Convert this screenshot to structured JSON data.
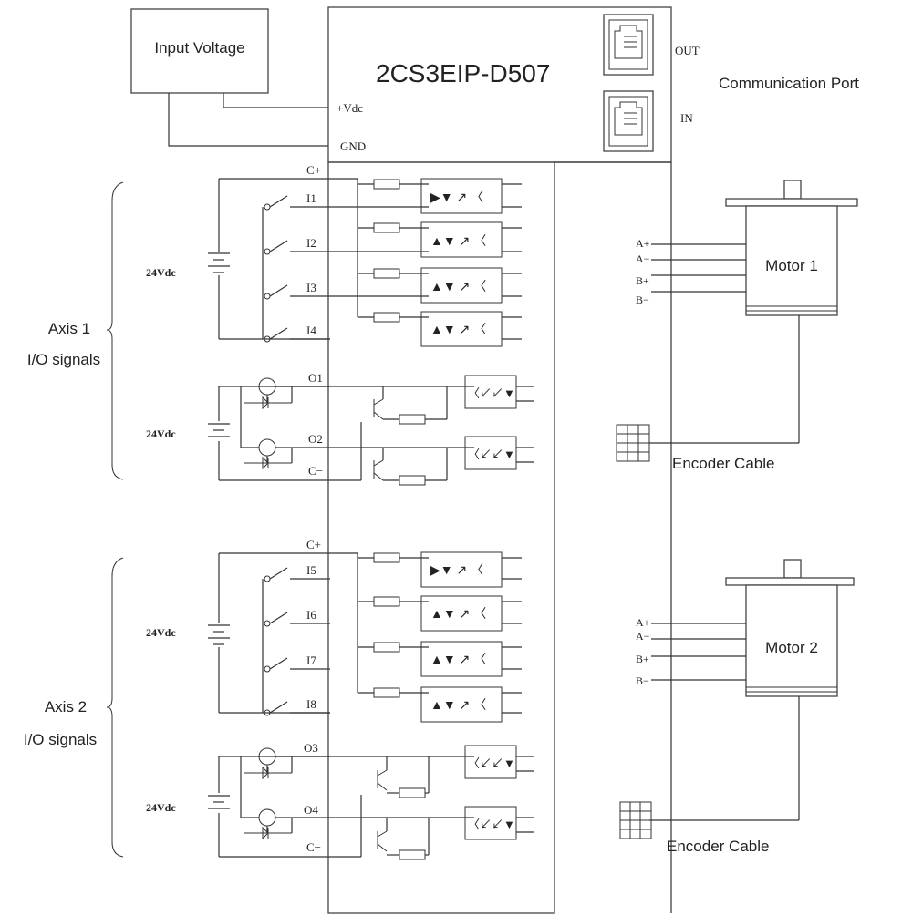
{
  "input_voltage": {
    "label": "Input Voltage"
  },
  "controller": {
    "model": "2CS3EIP-D507",
    "pin_vdc": "+Vdc",
    "pin_gnd": "GND"
  },
  "comm": {
    "out_label": "OUT",
    "in_label": "IN",
    "title": "Communication Port"
  },
  "axis1": {
    "label_line1": "Axis 1",
    "label_line2": "I/O signals",
    "inputs_supply": "24Vdc",
    "outputs_supply": "24Vdc",
    "pin_common_plus": "C+",
    "inputs": [
      "I1",
      "I2",
      "I3",
      "I4"
    ],
    "outputs": [
      "O1",
      "O2"
    ],
    "pin_common_minus": "C−"
  },
  "axis2": {
    "label_line1": "Axis 2",
    "label_line2": "I/O signals",
    "inputs_supply": "24Vdc",
    "outputs_supply": "24Vdc",
    "pin_common_plus": "C+",
    "inputs": [
      "I5",
      "I6",
      "I7",
      "I8"
    ],
    "outputs": [
      "O3",
      "O4"
    ],
    "pin_common_minus": "C−"
  },
  "motor1": {
    "name": "Motor 1",
    "pins": [
      "A+",
      "A−",
      "B+",
      "B−"
    ],
    "encoder_label": "Encoder Cable"
  },
  "motor2": {
    "name": "Motor 2",
    "pins": [
      "A+",
      "A−",
      "B+",
      "B−"
    ],
    "encoder_label": "Encoder Cable"
  }
}
